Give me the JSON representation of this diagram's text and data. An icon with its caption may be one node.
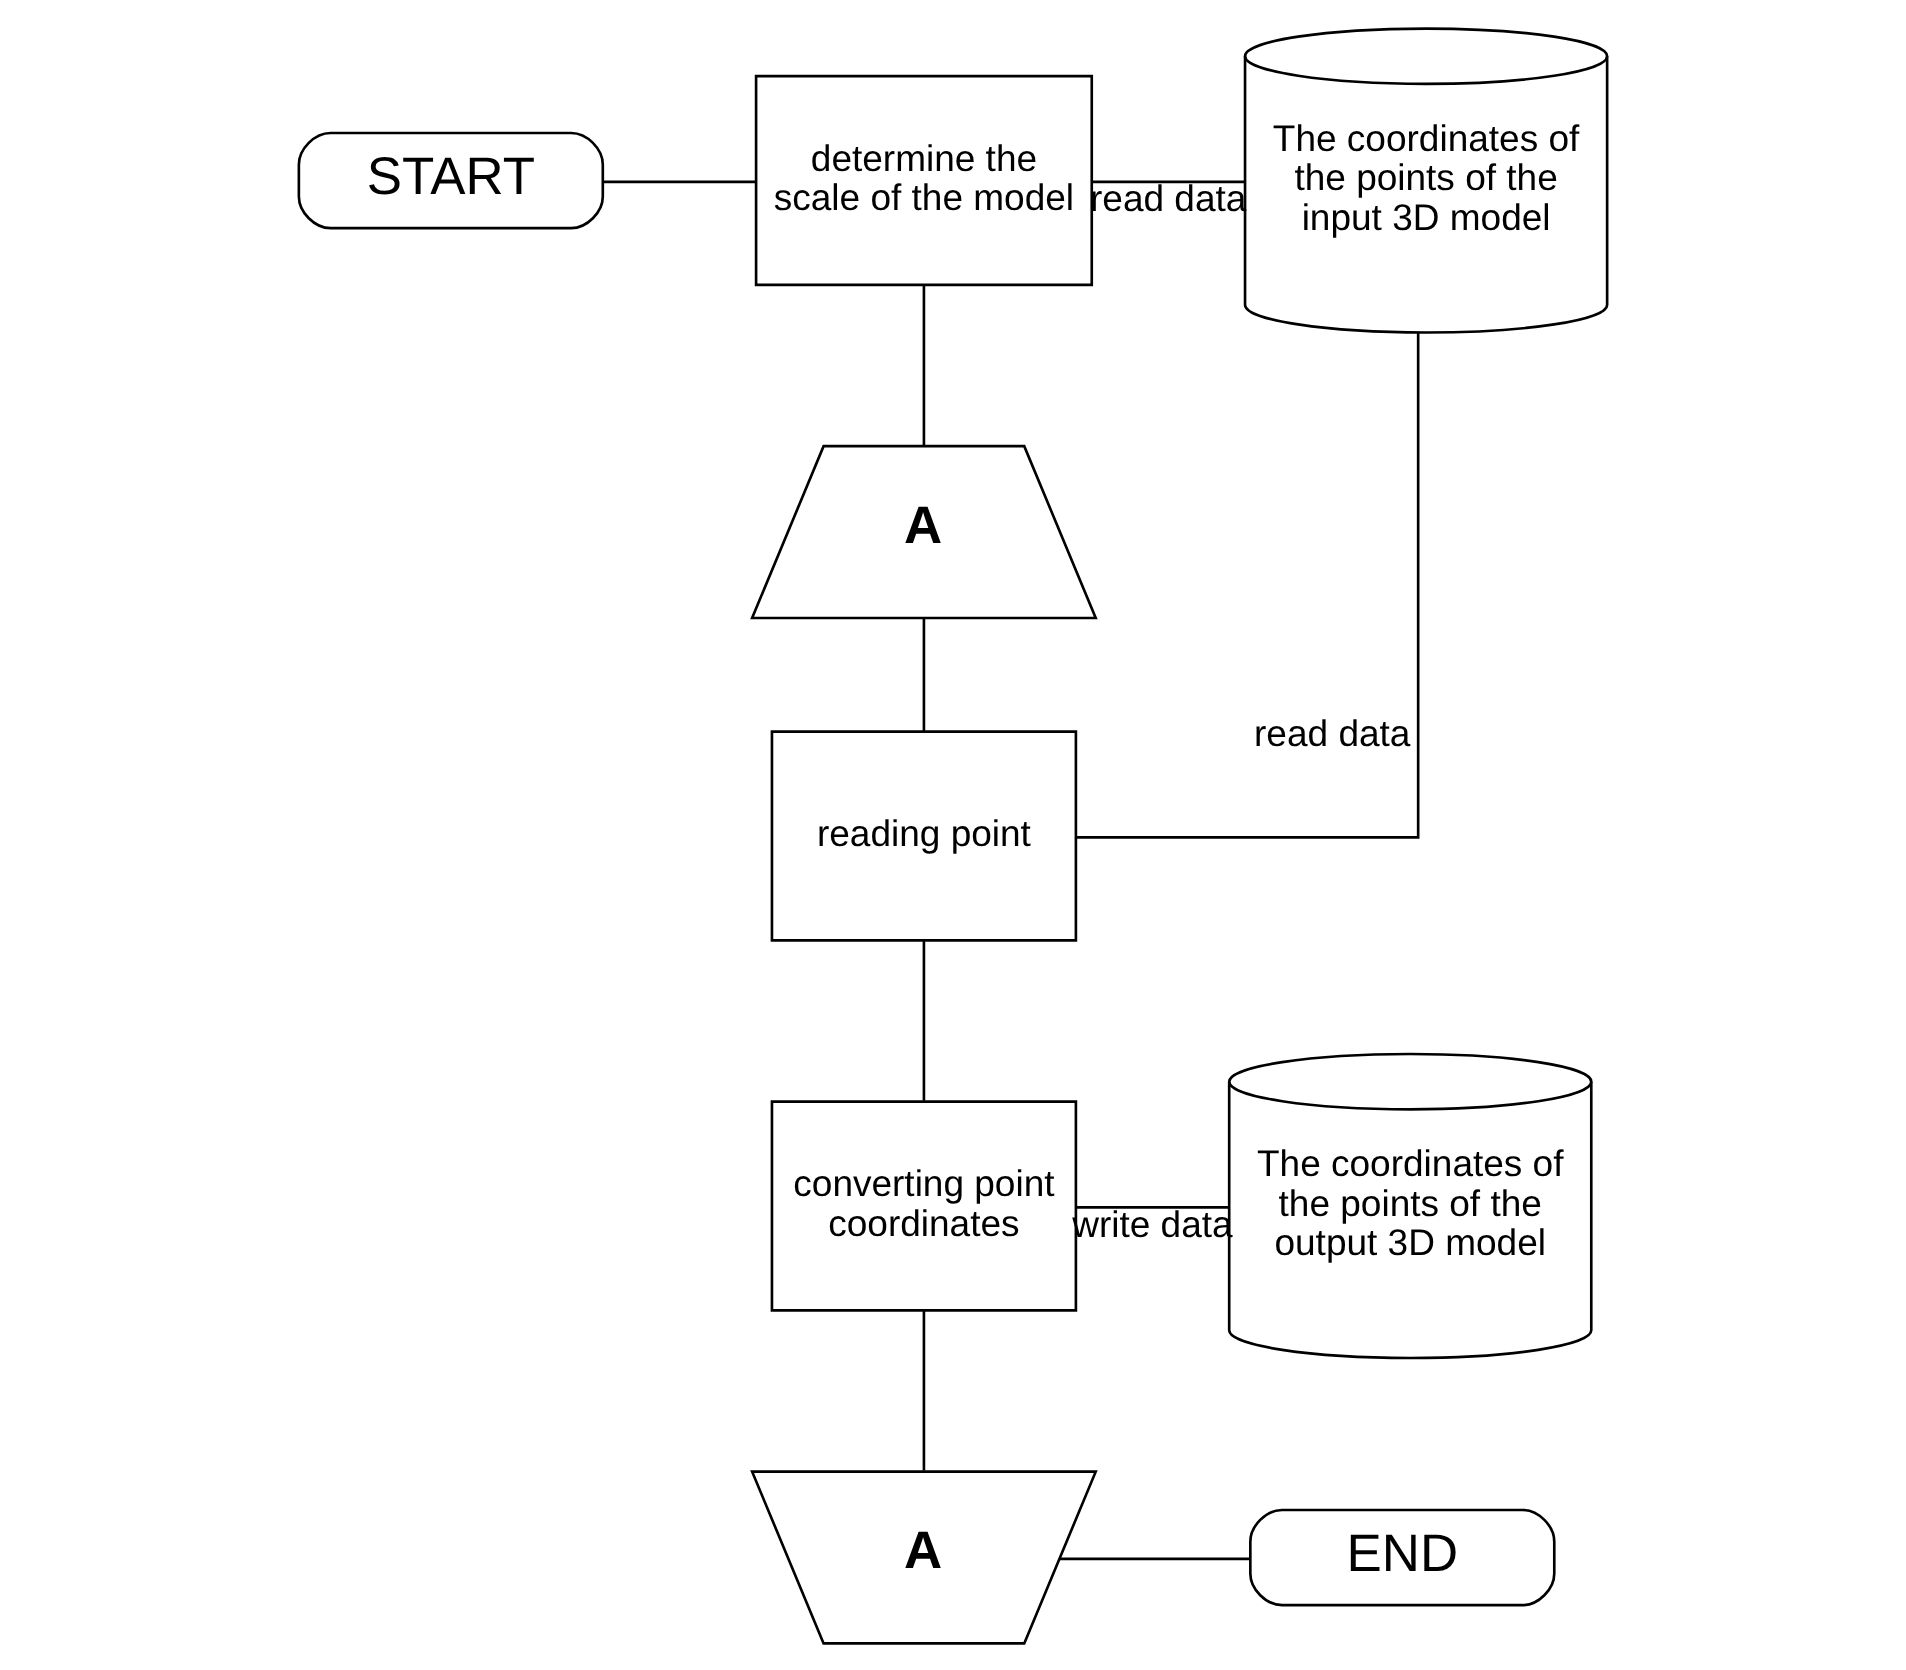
{
  "diagram": {
    "nodes": [
      {
        "text": [
          "START"
        ]
      },
      {
        "text": [
          "determine the scale of the model"
        ]
      },
      {
        "text": [
          "The coordinates of the points of the input 3D model"
        ]
      },
      {
        "text": [
          "A"
        ]
      },
      {
        "text": [
          "reading point"
        ]
      },
      {
        "text": [
          "converting point coordinates"
        ]
      },
      {
        "text": [
          "The coordinates of the points of the output 3D model"
        ]
      },
      {
        "text": [
          "A"
        ]
      },
      {
        "text": [
          "END"
        ]
      }
    ],
    "edges": [
      {
        "from": 0,
        "to": 1,
        "arrow": "none"
      },
      {
        "from": 1,
        "to": 2,
        "arrow": "none",
        "label": "read data"
      },
      {
        "from": 1,
        "to": 3,
        "arrow": "none"
      },
      {
        "from": 3,
        "to": 4,
        "arrow": "none"
      },
      {
        "from": 4,
        "to": 2,
        "arrow": "none",
        "label": "read data"
      },
      {
        "from": 4,
        "to": 5,
        "arrow": "none"
      },
      {
        "from": 5,
        "to": 6,
        "arrow": "none",
        "label": "write data"
      },
      {
        "from": 5,
        "to": 7,
        "arrow": "none"
      },
      {
        "from": 7,
        "to": 8,
        "arrow": "none"
      }
    ]
  }
}
